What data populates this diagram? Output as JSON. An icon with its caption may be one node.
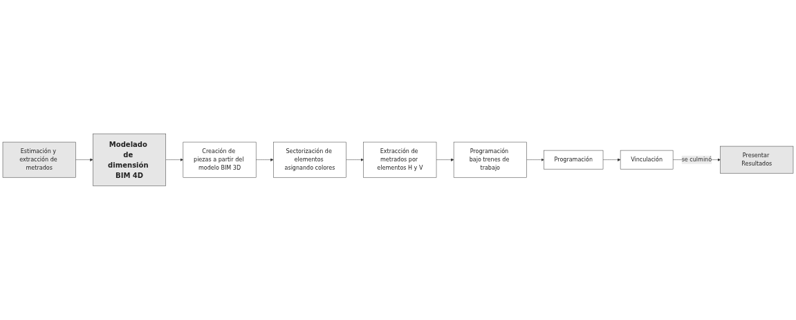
{
  "diagram": {
    "nodes": [
      {
        "text": [
          "Estimación y extracción de metrados"
        ]
      },
      {
        "text": [
          "Modelado de dimensión BIM 4D"
        ]
      },
      {
        "text": [
          "Creación de piezas a partir del modelo BIM 3D"
        ]
      },
      {
        "text": [
          "Sectorización de elementos asignando colores"
        ]
      },
      {
        "text": [
          "Extracción de metrados por elementos H y V"
        ]
      },
      {
        "text": [
          "Programación bajo trenes de trabajo"
        ]
      },
      {
        "text": [
          "Programación"
        ]
      },
      {
        "text": [
          "Vinculación"
        ]
      },
      {
        "text": [
          "Presentar Resultados"
        ]
      }
    ],
    "edges": [
      {
        "from": 0,
        "to": 1,
        "arrow": "to"
      },
      {
        "from": 1,
        "to": 2,
        "arrow": "to"
      },
      {
        "from": 2,
        "to": 3,
        "arrow": "to"
      },
      {
        "from": 3,
        "to": 4,
        "arrow": "to"
      },
      {
        "from": 4,
        "to": 5,
        "arrow": "to"
      },
      {
        "from": 5,
        "to": 6,
        "arrow": "to"
      },
      {
        "from": 6,
        "to": 7,
        "arrow": "to"
      },
      {
        "from": 7,
        "to": 8,
        "label": "se culminó",
        "arrow": "to"
      }
    ]
  }
}
